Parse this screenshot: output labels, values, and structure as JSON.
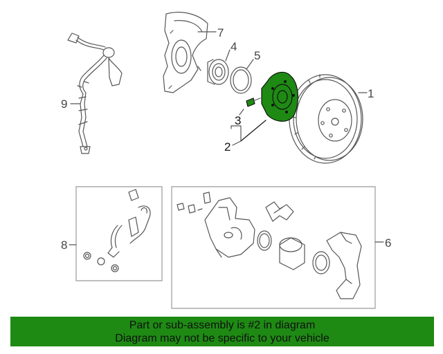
{
  "callouts": {
    "c1": "1",
    "c2": "2",
    "c3": "3",
    "c4": "4",
    "c5": "5",
    "c6": "6",
    "c7": "7",
    "c8": "8",
    "c9": "9"
  },
  "banner": {
    "line1": "Part or sub-assembly is #2 in diagram",
    "line2": "Diagram may not be specific to your vehicle"
  },
  "colors": {
    "highlight": "#1e8a14",
    "line": "#555555",
    "box_border": "#999999"
  }
}
